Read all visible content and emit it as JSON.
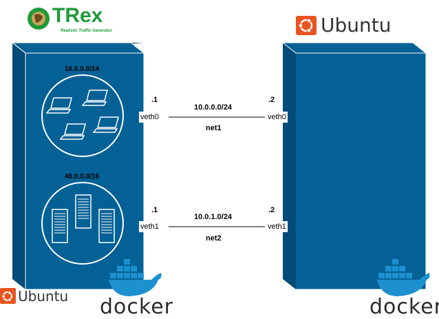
{
  "logos": {
    "trex": {
      "title": "TRex",
      "subtitle": "Realistic Traffic Generator",
      "color": "#1f9a3a"
    },
    "ubuntu_top": {
      "text": "Ubuntu",
      "color": "#e95420"
    },
    "ubuntu_bottom": {
      "text": "Ubuntu",
      "color": "#e95420"
    },
    "docker_left": {
      "text": "docker",
      "color": "#1d91d0"
    },
    "docker_right": {
      "text": "docker",
      "color": "#1d91d0"
    }
  },
  "left_box": {
    "client_subnet": "16.0.0.0/24",
    "server_subnet": "48.0.0.0/16"
  },
  "links": [
    {
      "left_host": ".1",
      "right_host": ".2",
      "subnet": "10.0.0.0/24",
      "name": "net1",
      "left_port": "veth0",
      "right_port": "veth0"
    },
    {
      "left_host": ".1",
      "right_host": ".2",
      "subnet": "10.0.1.0/24",
      "name": "net2",
      "left_port": "veth1",
      "right_port": "veth1"
    }
  ],
  "colors": {
    "box_face": "#046196",
    "box_side": "#034b78",
    "line": "#000000"
  }
}
